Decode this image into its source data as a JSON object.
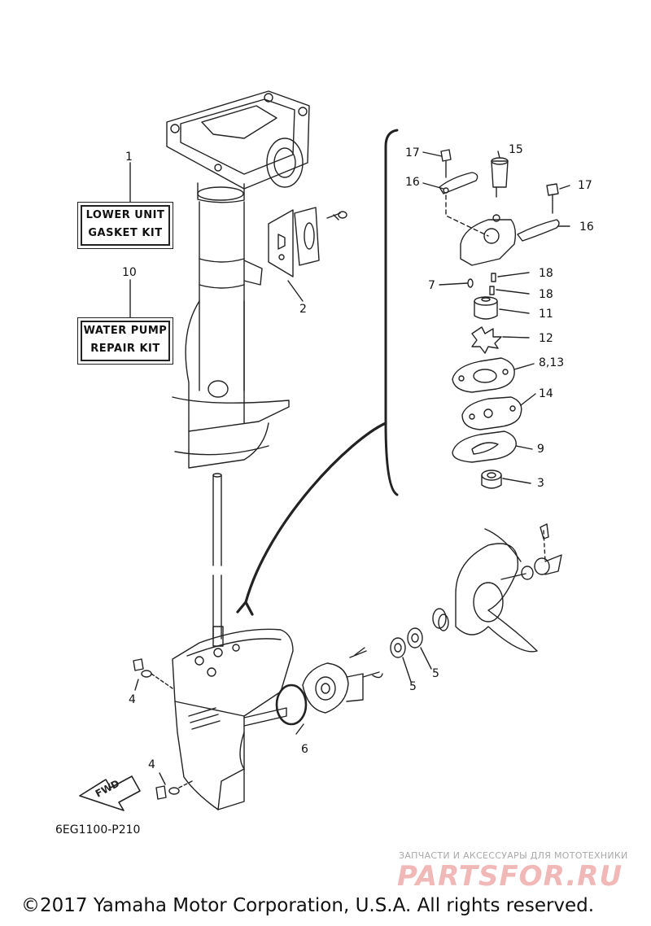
{
  "kits": [
    {
      "number": "1",
      "line1": "LOWER UNIT",
      "line2": "GASKET KIT"
    },
    {
      "number": "10",
      "line1": "WATER PUMP",
      "line2": "REPAIR KIT"
    }
  ],
  "callouts": {
    "c2": "2",
    "c3": "3",
    "c4a": "4",
    "c4b": "4",
    "c5a": "5",
    "c5b": "5",
    "c6": "6",
    "c7": "7",
    "c9": "9",
    "c11": "11",
    "c12": "12",
    "c813": "8,13",
    "c14": "14",
    "c15": "15",
    "c16a": "16",
    "c16b": "16",
    "c17a": "17",
    "c17b": "17",
    "c18a": "18",
    "c18b": "18"
  },
  "fwd_label": "FWD",
  "reference_code": "6EG1100-P210",
  "copyright": "©2017 Yamaha Motor Corporation, U.S.A. All rights reserved.",
  "watermark": {
    "tagline": "ЗАПЧАСТИ И АКСЕССУАРЫ ДЛЯ МОТОТЕХНИКИ",
    "logo": "PARTSFOR.RU"
  }
}
